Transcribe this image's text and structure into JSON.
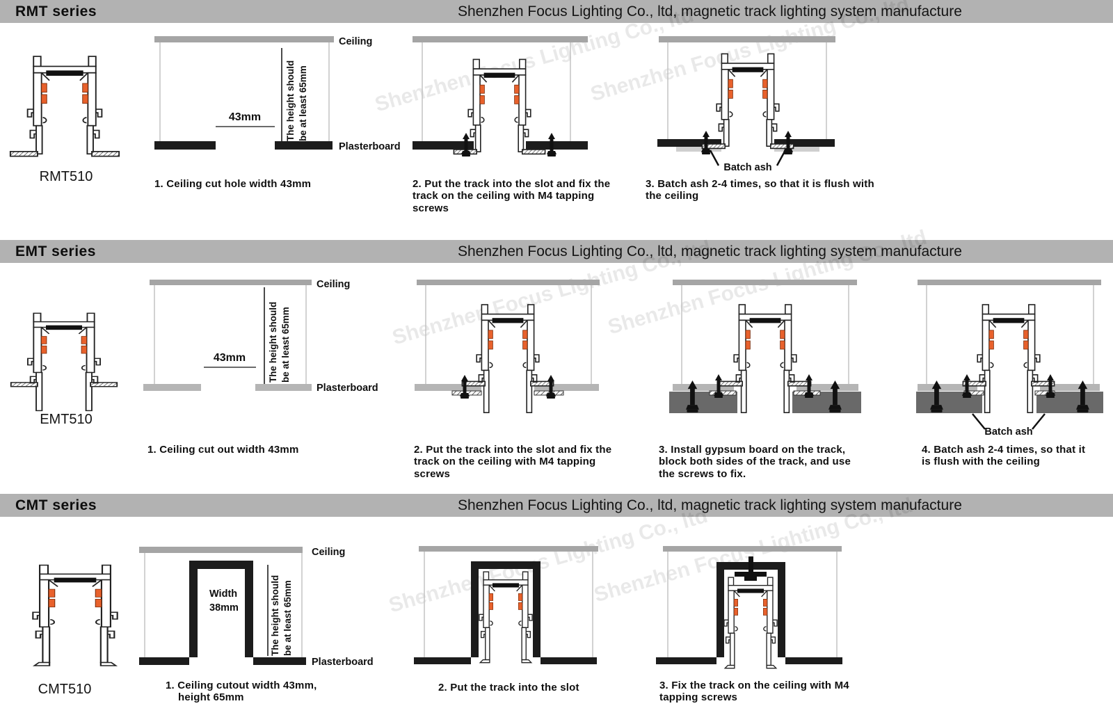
{
  "header": {
    "company_title": "Shenzhen Focus Lighting Co., ltd, magnetic track lighting system manufacture"
  },
  "watermark": "Shenzhen Focus Lighting Co., ltd",
  "labels": {
    "ceiling": "Ceiling",
    "plasterboard": "Plasterboard",
    "width_43": "43mm",
    "height_note1": "The height should",
    "height_note2": "be at least 65mm",
    "batch_ash": "Batch ash",
    "width_word": "Width",
    "width_38": "38mm"
  },
  "colors": {
    "header_bar": "#b2b2b2",
    "ceiling_gray": "#a5a5a5",
    "plasterboard_dark": "#1c1c1c",
    "plasterboard_light": "#b5b5b5",
    "gypsum_gray": "#696969",
    "batch_ash_gray": "#cfcfcf",
    "contact_orange": "#e8612c"
  },
  "sections": [
    {
      "series": "RMT series",
      "product": "RMT510",
      "steps": [
        {
          "caption": "1. Ceiling cut hole width 43mm"
        },
        {
          "caption": "2. Put the track into the slot and fix the track on the ceiling with M4 tapping screws"
        },
        {
          "caption": "3. Batch ash 2-4 times, so that it is flush with the ceiling"
        }
      ]
    },
    {
      "series": "EMT series",
      "product": "EMT510",
      "steps": [
        {
          "caption": "1. Ceiling cut out width 43mm"
        },
        {
          "caption": "2. Put the track into the slot and fix the track on the ceiling with M4 tapping screws"
        },
        {
          "caption": "3. Install gypsum board on the track, block both sides of the track, and use the screws to fix."
        },
        {
          "caption": "4. Batch ash 2-4 times, so that it is flush with the ceiling"
        }
      ]
    },
    {
      "series": "CMT series",
      "product": "CMT510",
      "steps": [
        {
          "caption": "1. Ceiling cutout width 43mm,",
          "caption2": "height 65mm"
        },
        {
          "caption": "2. Put the track into the slot"
        },
        {
          "caption": "3. Fix the track on the ceiling with M4 tapping screws"
        }
      ]
    }
  ]
}
